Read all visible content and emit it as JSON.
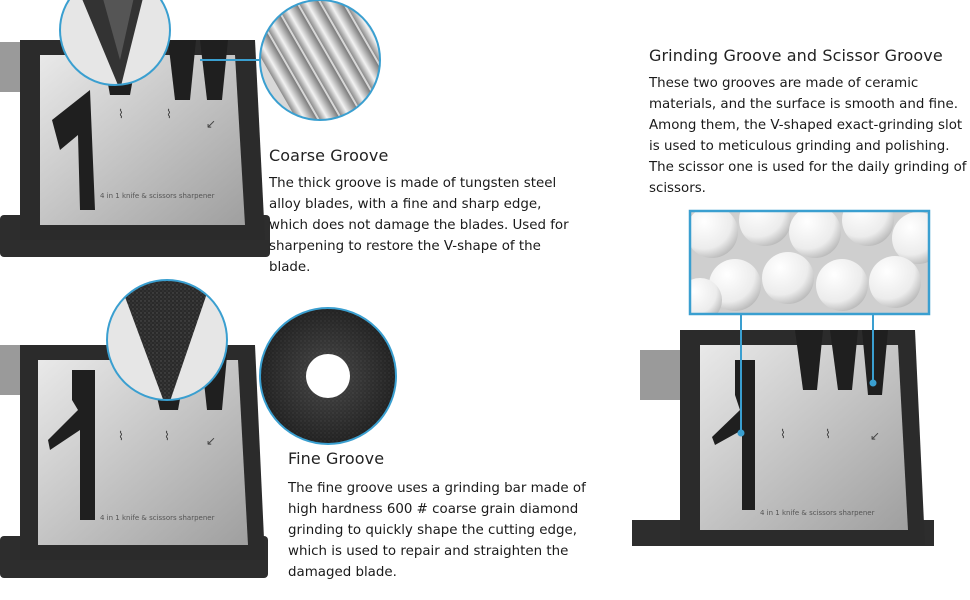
{
  "coarse": {
    "title": "Coarse Groove",
    "text": "The thick groove is made of tungsten steel alloy blades, with a fine and sharp edge, which does not damage the blades. Used for sharpening to restore the V-shape of the blade."
  },
  "fine": {
    "title": "Fine Groove",
    "text": "The fine groove uses a grinding bar made of high hardness 600 # coarse grain diamond grinding to quickly shape the cutting edge, which is used to repair and straighten the damaged blade."
  },
  "grinding": {
    "title": "Grinding Groove and Scissor Groove",
    "text": "These two grooves are made of ceramic materials, and the surface is smooth and fine. Among them, the V-shaped exact-grinding slot is used to meticulous grinding and polishing. The scissor one is used for the daily grinding of scissors."
  },
  "product": {
    "imprint": "4 in 1 knife & scissors sharpener"
  },
  "colors": {
    "callout_ring": "#3a9fd0",
    "body_dark": "#2b2b2b",
    "steel": "#c9c9c9"
  }
}
